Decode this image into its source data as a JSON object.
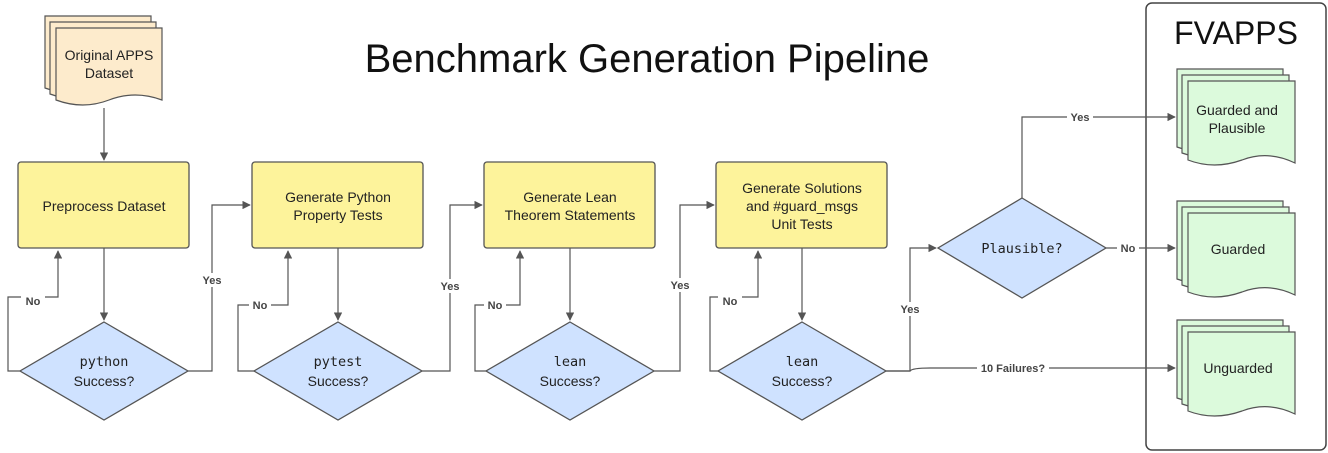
{
  "title": "Benchmark Generation Pipeline",
  "output_panel_title": "FVAPPS",
  "source": {
    "line1": "Original APPS",
    "line2": "Dataset"
  },
  "steps": [
    {
      "lines": [
        "Preprocess Dataset"
      ]
    },
    {
      "lines": [
        "Generate Python",
        "Property Tests"
      ]
    },
    {
      "lines": [
        "Generate Lean",
        "Theorem Statements"
      ]
    },
    {
      "lines": [
        "Generate Solutions",
        "and #guard_msgs",
        "Unit Tests"
      ]
    }
  ],
  "decisions": [
    {
      "code": "python",
      "text": "Success?"
    },
    {
      "code": "pytest",
      "text": "Success?"
    },
    {
      "code": "lean",
      "text": "Success?"
    },
    {
      "code": "lean",
      "text": "Success?"
    }
  ],
  "plausible_decision": "Plausible?",
  "outputs": [
    {
      "line1": "Guarded and",
      "line2": "Plausible"
    },
    {
      "line1": "Guarded",
      "line2": ""
    },
    {
      "line1": "Unguarded",
      "line2": ""
    }
  ],
  "edge_labels": {
    "no": "No",
    "yes": "Yes",
    "failures": "10 Failures?"
  },
  "colors": {
    "process_fill": "#fdf39b",
    "decision_fill": "#cfe2ff",
    "output_fill": "#dcfadc",
    "source_fill": "#fdebcc"
  }
}
